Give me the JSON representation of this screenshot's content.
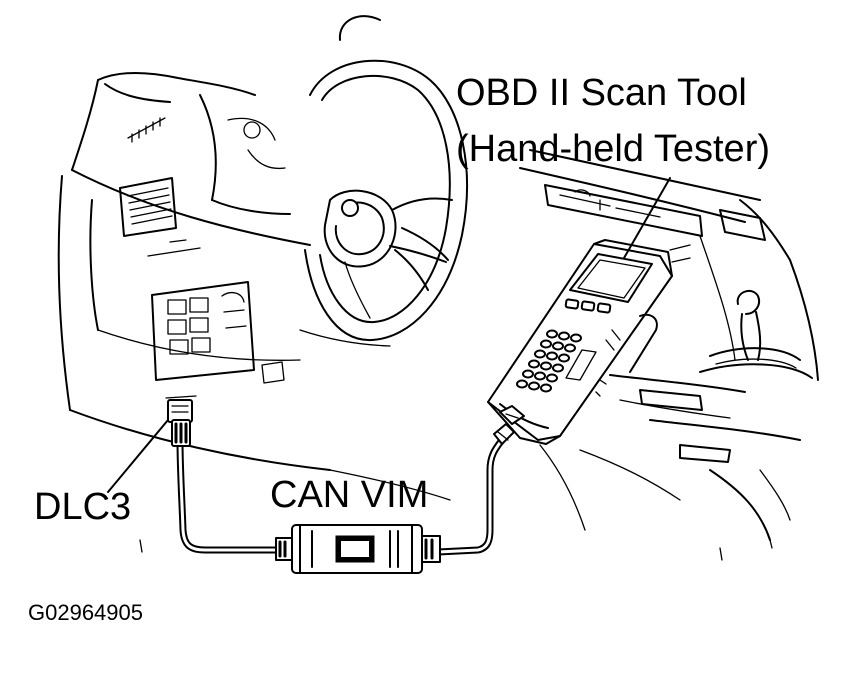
{
  "labels": {
    "scan_tool_line1": "OBD II Scan Tool",
    "scan_tool_line2": "(Hand-held  Tester)",
    "dlc3": "DLC3",
    "can_vim": "CAN VIM",
    "figure_id": "G02964905"
  },
  "colors": {
    "line": "#000000",
    "background": "#ffffff"
  }
}
